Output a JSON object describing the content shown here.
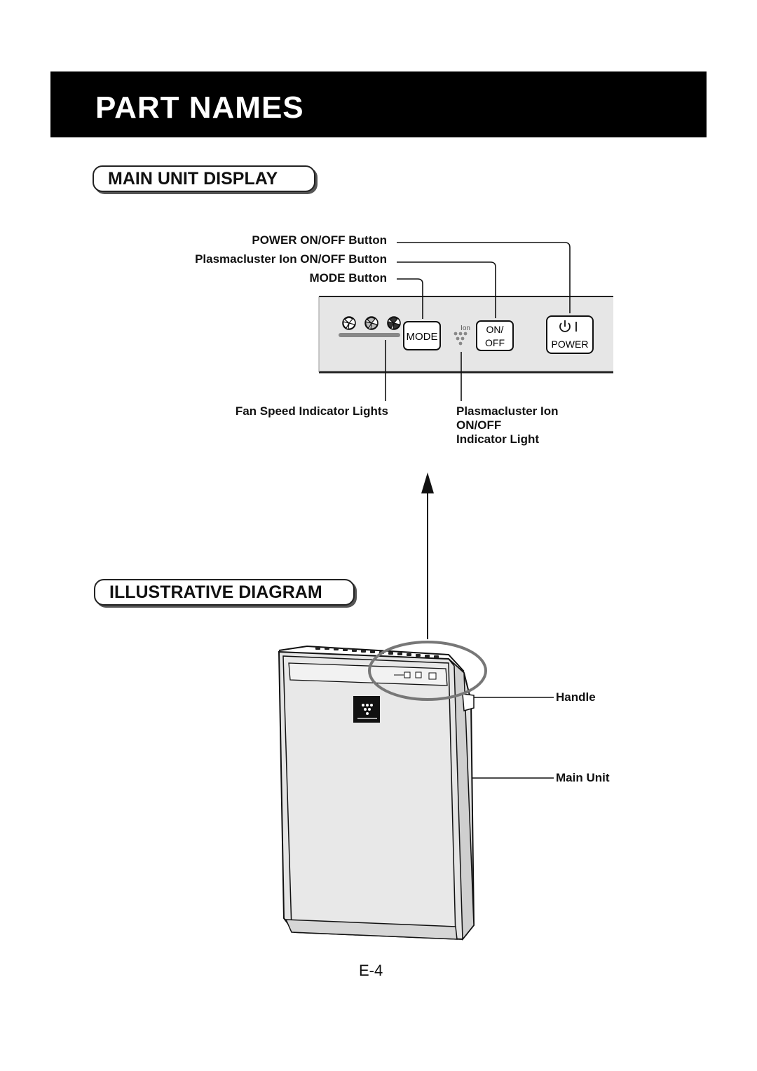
{
  "header": {
    "title": "PART NAMES"
  },
  "sections": {
    "main_unit_display": "MAIN UNIT DISPLAY",
    "illustrative_diagram": "ILLUSTRATIVE DIAGRAM"
  },
  "display_callouts": {
    "power_button": "POWER ON/OFF Button",
    "ion_button": "Plasmacluster Ion ON/OFF Button",
    "mode_button": "MODE Button",
    "fan_speed_lights": "Fan Speed  Indicator Lights",
    "ion_light_line1": "Plasmacluster Ion",
    "ion_light_line2": "ON/OFF",
    "ion_light_line3": "Indicator Light"
  },
  "panel_buttons": {
    "mode": "MODE",
    "on_off_line1": "ON/",
    "on_off_line2": "OFF",
    "power": "POWER",
    "ion_mark": "Ion"
  },
  "unit_callouts": {
    "handle": "Handle",
    "main_unit": "Main Unit"
  },
  "footer": {
    "page_number": "E-4"
  },
  "colors": {
    "banner": "#000000",
    "panel": "#e6e6e6",
    "unit_body": "#e2e2e2"
  }
}
